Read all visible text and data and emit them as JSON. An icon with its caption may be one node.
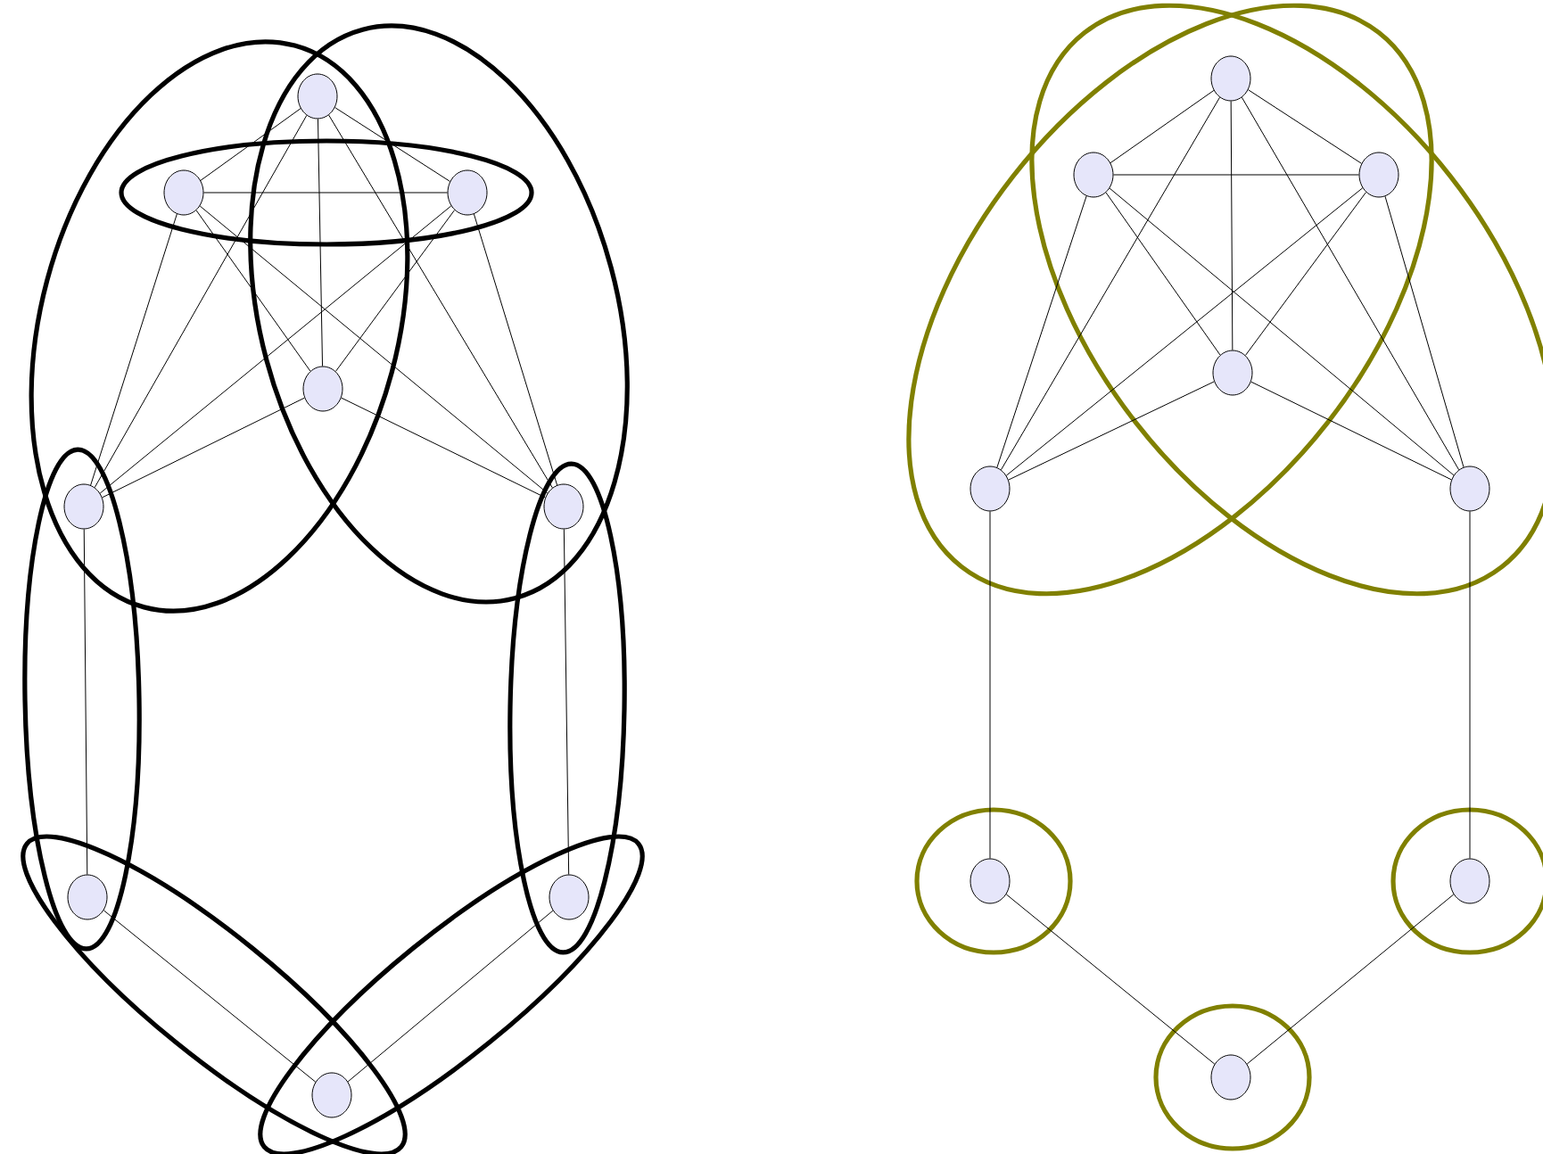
{
  "diagram": {
    "nodes": [
      {
        "text": [],
        "shape": "circle"
      },
      {
        "text": [],
        "shape": "circle"
      },
      {
        "text": [],
        "shape": "circle"
      },
      {
        "text": [],
        "shape": "circle"
      },
      {
        "text": [],
        "shape": "circle"
      },
      {
        "text": [],
        "shape": "circle"
      },
      {
        "text": [],
        "shape": "circle"
      },
      {
        "text": [],
        "shape": "circle"
      },
      {
        "text": [],
        "shape": "circle"
      },
      {
        "text": [],
        "shape": "circle"
      },
      {
        "text": [],
        "shape": "circle"
      },
      {
        "text": [],
        "shape": "circle"
      },
      {
        "text": [],
        "shape": "circle"
      },
      {
        "text": [],
        "shape": "circle"
      },
      {
        "text": [],
        "shape": "circle"
      },
      {
        "text": [],
        "shape": "circle"
      },
      {
        "text": [],
        "shape": "circle"
      },
      {
        "text": [],
        "shape": "circle"
      }
    ],
    "edges": [
      {
        "from": 0,
        "to": 1,
        "arrow": "none"
      },
      {
        "from": 0,
        "to": 2,
        "arrow": "none"
      },
      {
        "from": 0,
        "to": 3,
        "arrow": "none"
      },
      {
        "from": 0,
        "to": 4,
        "arrow": "none"
      },
      {
        "from": 0,
        "to": 5,
        "arrow": "none"
      },
      {
        "from": 1,
        "to": 2,
        "arrow": "none"
      },
      {
        "from": 1,
        "to": 3,
        "arrow": "none"
      },
      {
        "from": 1,
        "to": 4,
        "arrow": "none"
      },
      {
        "from": 1,
        "to": 5,
        "arrow": "none"
      },
      {
        "from": 2,
        "to": 3,
        "arrow": "none"
      },
      {
        "from": 2,
        "to": 4,
        "arrow": "none"
      },
      {
        "from": 2,
        "to": 5,
        "arrow": "none"
      },
      {
        "from": 3,
        "to": 4,
        "arrow": "none"
      },
      {
        "from": 3,
        "to": 5,
        "arrow": "none"
      },
      {
        "from": 4,
        "to": 6,
        "arrow": "none"
      },
      {
        "from": 5,
        "to": 7,
        "arrow": "none"
      },
      {
        "from": 6,
        "to": 8,
        "arrow": "none"
      },
      {
        "from": 7,
        "to": 8,
        "arrow": "none"
      },
      {
        "from": 9,
        "to": 10,
        "arrow": "none"
      },
      {
        "from": 9,
        "to": 11,
        "arrow": "none"
      },
      {
        "from": 9,
        "to": 12,
        "arrow": "none"
      },
      {
        "from": 9,
        "to": 13,
        "arrow": "none"
      },
      {
        "from": 9,
        "to": 14,
        "arrow": "none"
      },
      {
        "from": 10,
        "to": 11,
        "arrow": "none"
      },
      {
        "from": 10,
        "to": 12,
        "arrow": "none"
      },
      {
        "from": 10,
        "to": 13,
        "arrow": "none"
      },
      {
        "from": 10,
        "to": 14,
        "arrow": "none"
      },
      {
        "from": 11,
        "to": 12,
        "arrow": "none"
      },
      {
        "from": 11,
        "to": 13,
        "arrow": "none"
      },
      {
        "from": 11,
        "to": 14,
        "arrow": "none"
      },
      {
        "from": 12,
        "to": 13,
        "arrow": "none"
      },
      {
        "from": 12,
        "to": 14,
        "arrow": "none"
      },
      {
        "from": 13,
        "to": 15,
        "arrow": "none"
      },
      {
        "from": 14,
        "to": 16,
        "arrow": "none"
      },
      {
        "from": 15,
        "to": 17,
        "arrow": "none"
      },
      {
        "from": 16,
        "to": 17,
        "arrow": "none"
      }
    ]
  }
}
